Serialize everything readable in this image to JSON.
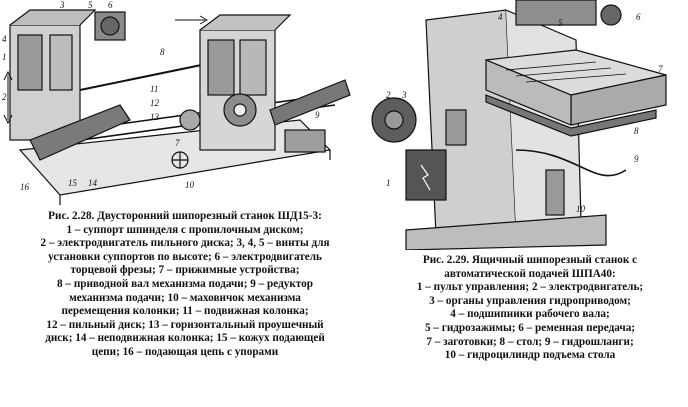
{
  "figure1": {
    "callouts": [
      "1",
      "2",
      "3",
      "4",
      "5",
      "6",
      "7",
      "8",
      "9",
      "10",
      "11",
      "12",
      "13",
      "14",
      "15",
      "16"
    ],
    "caption_lines": [
      "Рис. 2.28. Двусторонний шипорезный станок ШД15-3:",
      "1 – суппорт шпинделя с пропилочным диском;",
      "2 – электродвигатель пильного диска; 3, 4, 5 – винты для",
      "установки суппортов по высоте; 6 – электродвигатель",
      "торцевой фрезы; 7 – прижимные устройства;",
      "8 – приводной вал механизма подачи; 9 – редуктор",
      "механизма подачи; 10 – маховичок механизма",
      "перемещения колонки; 11 – подвижная колонка;",
      "12 – пильный диск; 13 – горизонтальный проушечный",
      "диск; 14 – неподвижная колонка; 15 – кожух подающей",
      "цепи; 16 – подающая цепь с упорами"
    ]
  },
  "figure2": {
    "callouts": [
      "1",
      "2",
      "3",
      "4",
      "5",
      "6",
      "7",
      "8",
      "9",
      "10"
    ],
    "caption_lines": [
      "Рис. 2.29. Ящичный шипорезный станок с",
      "автоматической подачей ШПА40:",
      "1 – пульт управления; 2 – электродвигатель;",
      "3 – органы управления гидроприводом;",
      "4 – подшипники рабочего вала;",
      "5 – гидрозажимы; 6 – ременная передача;",
      "7 – заготовки; 8 – стол; 9 – гидрошланги;",
      "10 – гидроцилиндр подъема стола"
    ]
  }
}
